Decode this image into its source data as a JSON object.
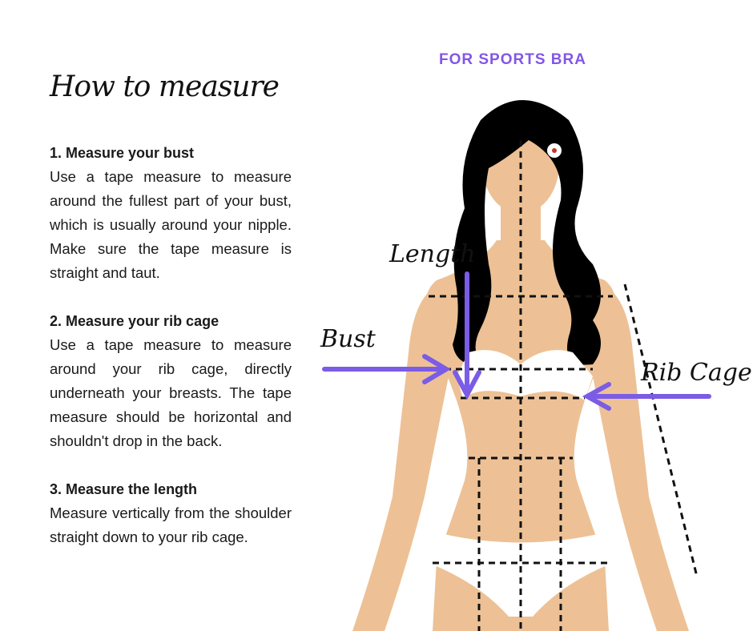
{
  "heading": "How to measure",
  "figure_title": "FOR SPORTS BRA",
  "steps": [
    {
      "title": "1. Measure your bust",
      "text": "Use a tape measure to measure around the fullest part of your bust, which is usually around your nipple. Make sure the tape measure is straight and taut."
    },
    {
      "title": "2. Measure your rib cage",
      "text": "Use a tape measure to measure around your rib cage, directly underneath your breasts. The tape measure should be horizontal and shouldn't drop in the back."
    },
    {
      "title": "3. Measure the length",
      "text": "Measure vertically from the shoulder straight down to your rib cage."
    }
  ],
  "labels": {
    "length": "Length",
    "bust": "Bust",
    "rib_cage": "Rib Cage"
  },
  "colors": {
    "accent": "#7b5ce6",
    "skin": "#edc195",
    "hair": "#000000"
  }
}
